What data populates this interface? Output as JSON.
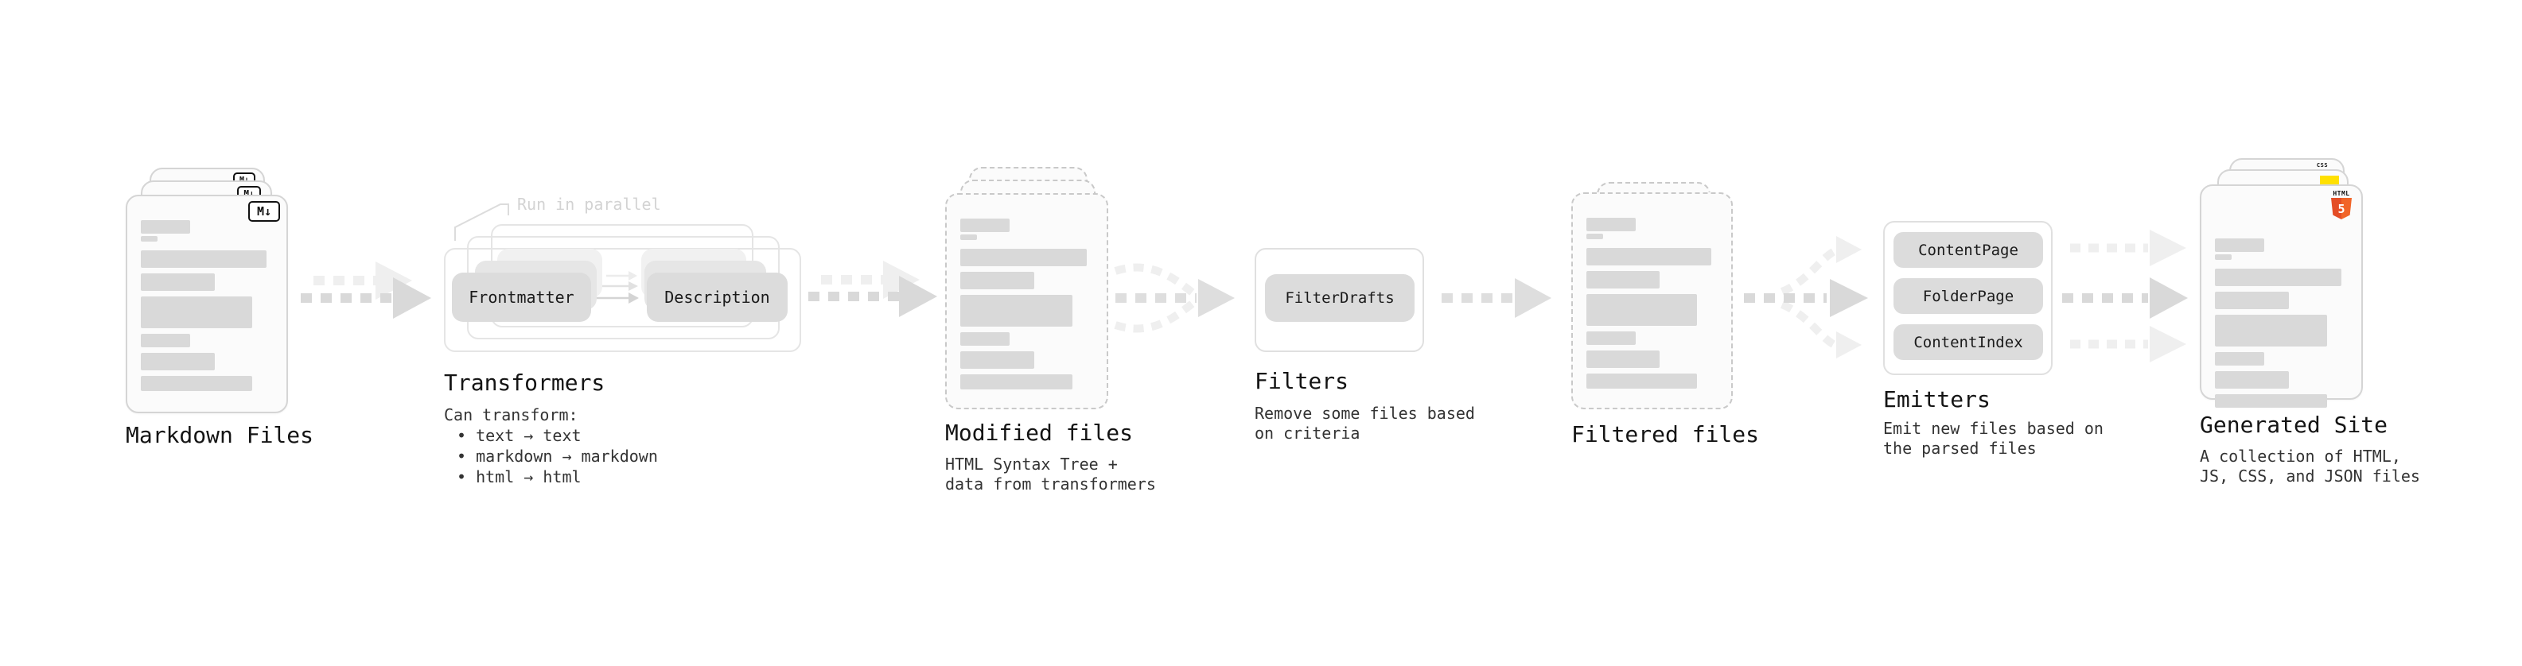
{
  "colors": {
    "background": "#ffffff",
    "card_fill": "#fbfbfb",
    "card_border": "#d5d5d5",
    "dashed_border": "#c9c9c9",
    "bar": "#d9d9d9",
    "node_fill": "#dcdcdc",
    "node_ghost1": "#e6e6e6",
    "node_ghost2": "#f1f1f1",
    "node_text": "#1b1b1b",
    "container_border": "#e5e5e5",
    "title_text": "#141414",
    "body_text": "#333333",
    "annotation": "#d3d3d3",
    "arrow_dark": "#d9d9d9",
    "arrow_mid": "#dedede",
    "arrow_light": "#efefef",
    "badge_ink": "#111111",
    "html5_orange": "#e44d26",
    "html5_orange_light": "#f16529",
    "js_yellow": "#ffe000",
    "css_blue": "#2965f1"
  },
  "stages": [
    {
      "title": "Markdown Files",
      "badge": "M↓"
    },
    {
      "title": "Transformers",
      "annotation": "Run in parallel",
      "nodes": [
        "Frontmatter",
        "Description"
      ],
      "description_heading": "Can transform:",
      "bullets": [
        "• text → text",
        "• markdown → markdown",
        "• html → html"
      ]
    },
    {
      "title": "Modified files",
      "subtitle": "HTML Syntax Tree +\ndata from transformers"
    },
    {
      "title": "Filters",
      "nodes": [
        "FilterDrafts"
      ],
      "subtitle": "Remove some files based\non criteria"
    },
    {
      "title": "Filtered files"
    },
    {
      "title": "Emitters",
      "nodes": [
        "ContentPage",
        "FolderPage",
        "ContentIndex"
      ],
      "subtitle": "Emit new files based on\nthe parsed files"
    },
    {
      "title": "Generated Site",
      "subtitle": "A collection of HTML,\nJS, CSS, and JSON files",
      "badges": {
        "css": "CSS",
        "html_label": "HTML",
        "html_number": "5"
      }
    }
  ]
}
